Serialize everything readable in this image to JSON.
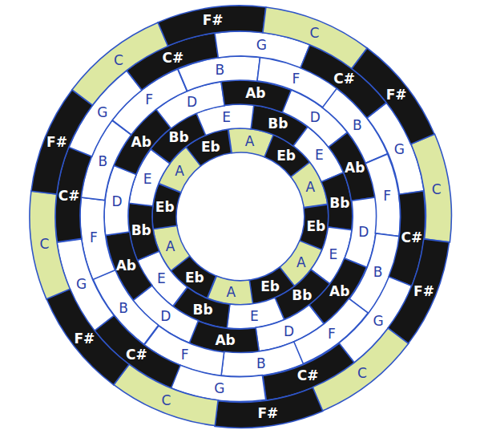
{
  "diagram": {
    "nodes": [
      {
        "text": [
          "A"
        ]
      },
      {
        "text": [
          "Eb"
        ]
      },
      {
        "text": [
          "A"
        ]
      },
      {
        "text": [
          "Eb"
        ]
      },
      {
        "text": [
          "A"
        ]
      },
      {
        "text": [
          "Eb"
        ]
      },
      {
        "text": [
          "A"
        ]
      },
      {
        "text": [
          "Eb"
        ]
      },
      {
        "text": [
          "A"
        ]
      },
      {
        "text": [
          "Eb"
        ]
      },
      {
        "text": [
          "A"
        ]
      },
      {
        "text": [
          "Eb"
        ]
      },
      {
        "text": [
          "Bb"
        ]
      },
      {
        "text": [
          "E"
        ]
      },
      {
        "text": [
          "Bb"
        ]
      },
      {
        "text": [
          "E"
        ]
      },
      {
        "text": [
          "Bb"
        ]
      },
      {
        "text": [
          "E"
        ]
      },
      {
        "text": [
          "Bb"
        ]
      },
      {
        "text": [
          "E"
        ]
      },
      {
        "text": [
          "Bb"
        ]
      },
      {
        "text": [
          "E"
        ]
      },
      {
        "text": [
          "Bb"
        ]
      },
      {
        "text": [
          "E"
        ]
      },
      {
        "text": [
          "D"
        ]
      },
      {
        "text": [
          "Ab"
        ]
      },
      {
        "text": [
          "D"
        ]
      },
      {
        "text": [
          "Ab"
        ]
      },
      {
        "text": [
          "D"
        ]
      },
      {
        "text": [
          "Ab"
        ]
      },
      {
        "text": [
          "D"
        ]
      },
      {
        "text": [
          "Ab"
        ]
      },
      {
        "text": [
          "D"
        ]
      },
      {
        "text": [
          "Ab"
        ]
      },
      {
        "text": [
          "D"
        ]
      },
      {
        "text": [
          "Ab"
        ]
      },
      {
        "text": [
          "B"
        ]
      },
      {
        "text": [
          "F"
        ]
      },
      {
        "text": [
          "B"
        ]
      },
      {
        "text": [
          "F"
        ]
      },
      {
        "text": [
          "B"
        ]
      },
      {
        "text": [
          "F"
        ]
      },
      {
        "text": [
          "B"
        ]
      },
      {
        "text": [
          "F"
        ]
      },
      {
        "text": [
          "B"
        ]
      },
      {
        "text": [
          "F"
        ]
      },
      {
        "text": [
          "B"
        ]
      },
      {
        "text": [
          "F"
        ]
      },
      {
        "text": [
          "G"
        ]
      },
      {
        "text": [
          "C#"
        ]
      },
      {
        "text": [
          "G"
        ]
      },
      {
        "text": [
          "C#"
        ]
      },
      {
        "text": [
          "G"
        ]
      },
      {
        "text": [
          "C#"
        ]
      },
      {
        "text": [
          "G"
        ]
      },
      {
        "text": [
          "C#"
        ]
      },
      {
        "text": [
          "G"
        ]
      },
      {
        "text": [
          "C#"
        ]
      },
      {
        "text": [
          "G"
        ]
      },
      {
        "text": [
          "C#"
        ]
      },
      {
        "text": [
          "C"
        ]
      },
      {
        "text": [
          "F#"
        ]
      },
      {
        "text": [
          "C"
        ]
      },
      {
        "text": [
          "F#"
        ]
      },
      {
        "text": [
          "C"
        ]
      },
      {
        "text": [
          "F#"
        ]
      },
      {
        "text": [
          "C"
        ]
      },
      {
        "text": [
          "F#"
        ]
      },
      {
        "text": [
          "C"
        ]
      },
      {
        "text": [
          "F#"
        ]
      },
      {
        "text": [
          "C"
        ]
      },
      {
        "text": [
          "F#"
        ]
      }
    ]
  }
}
